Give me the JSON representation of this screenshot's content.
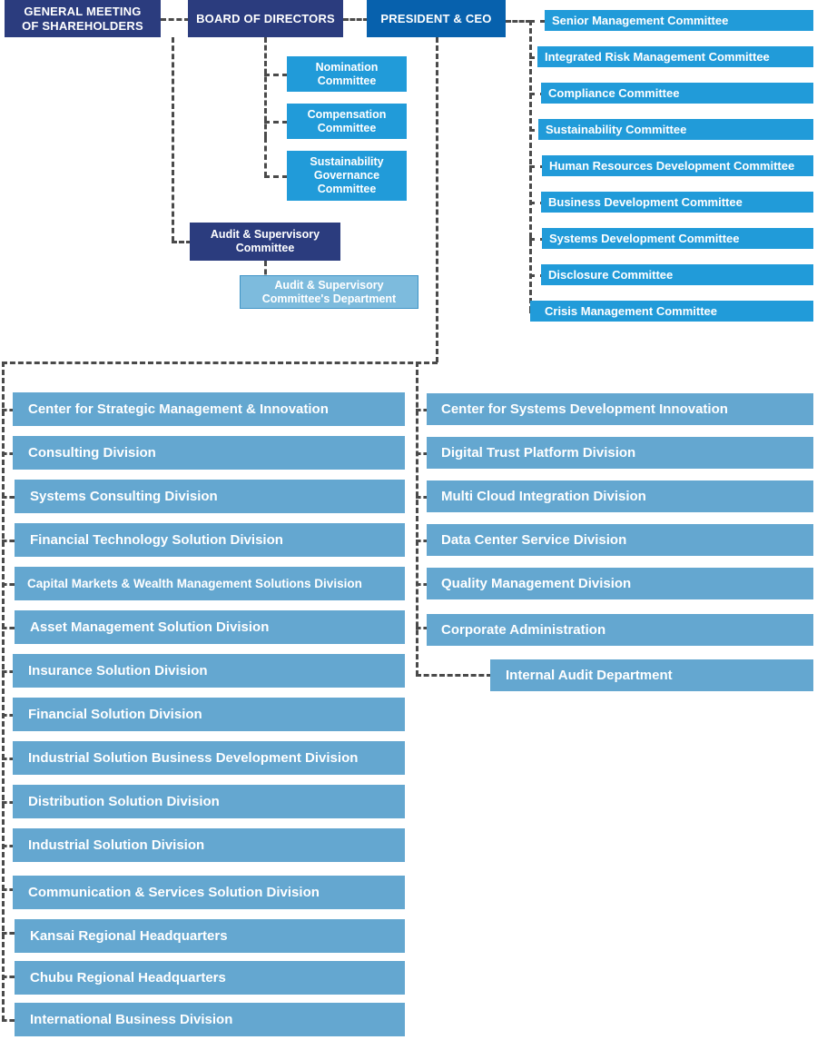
{
  "title": "Corporate Organization Chart",
  "colors": {
    "navy": "#2b3c7e",
    "deep_blue": "#0761ad",
    "cyan": "#219bd9",
    "steel_blue": "#64a7d0",
    "pale_blue": "#7dbbdd",
    "connector": "#4a4a4a",
    "background": "#ffffff"
  },
  "governance": {
    "shareholders": {
      "label": "GENERAL MEETING\nOF SHAREHOLDERS",
      "line1": "GENERAL MEETING",
      "line2": "OF SHAREHOLDERS"
    },
    "board": {
      "label": "BOARD OF DIRECTORS"
    },
    "president": {
      "label": "PRESIDENT & CEO"
    },
    "audit_committee": {
      "line1": "Audit & Supervisory",
      "line2": "Committee"
    },
    "audit_department": {
      "line1": "Audit & Supervisory",
      "line2": "Committee's Department"
    }
  },
  "board_committees": [
    {
      "line1": "Nomination",
      "line2": "Committee",
      "line3": ""
    },
    {
      "line1": "Compensation",
      "line2": "Committee",
      "line3": ""
    },
    {
      "line1": "Sustainability",
      "line2": "Governance",
      "line3": "Committee"
    }
  ],
  "president_committees": [
    {
      "label": "Senior Management Committee"
    },
    {
      "label": "Integrated Risk Management Committee"
    },
    {
      "label": "Compliance Committee"
    },
    {
      "label": "Sustainability Committee"
    },
    {
      "label": "Human Resources Development Committee"
    },
    {
      "label": "Business Development Committee"
    },
    {
      "label": "Systems Development Committee"
    },
    {
      "label": "Disclosure Committee"
    },
    {
      "label": "Crisis Management Committee"
    }
  ],
  "divisions_left": [
    {
      "label": "Center for Strategic Management & Innovation"
    },
    {
      "label": "Consulting Division"
    },
    {
      "label": "Systems Consulting Division"
    },
    {
      "label": "Financial Technology Solution Division"
    },
    {
      "label": "Capital Markets & Wealth Management Solutions Division"
    },
    {
      "label": "Asset Management Solution Division"
    },
    {
      "label": "Insurance Solution Division"
    },
    {
      "label": "Financial Solution Division"
    },
    {
      "label": "Industrial Solution Business Development Division"
    },
    {
      "label": "Distribution Solution Division"
    },
    {
      "label": "Industrial Solution Division"
    },
    {
      "label": "Communication & Services Solution Division"
    },
    {
      "label": "Kansai Regional Headquarters"
    },
    {
      "label": "Chubu Regional Headquarters"
    },
    {
      "label": "International Business Division"
    }
  ],
  "divisions_right": [
    {
      "label": "Center for Systems Development Innovation"
    },
    {
      "label": "Digital Trust Platform Division"
    },
    {
      "label": "Multi Cloud Integration Division"
    },
    {
      "label": "Data Center Service Division"
    },
    {
      "label": "Quality Management Division"
    },
    {
      "label": "Corporate Administration"
    }
  ],
  "internal_audit": {
    "label": "Internal Audit Department"
  }
}
